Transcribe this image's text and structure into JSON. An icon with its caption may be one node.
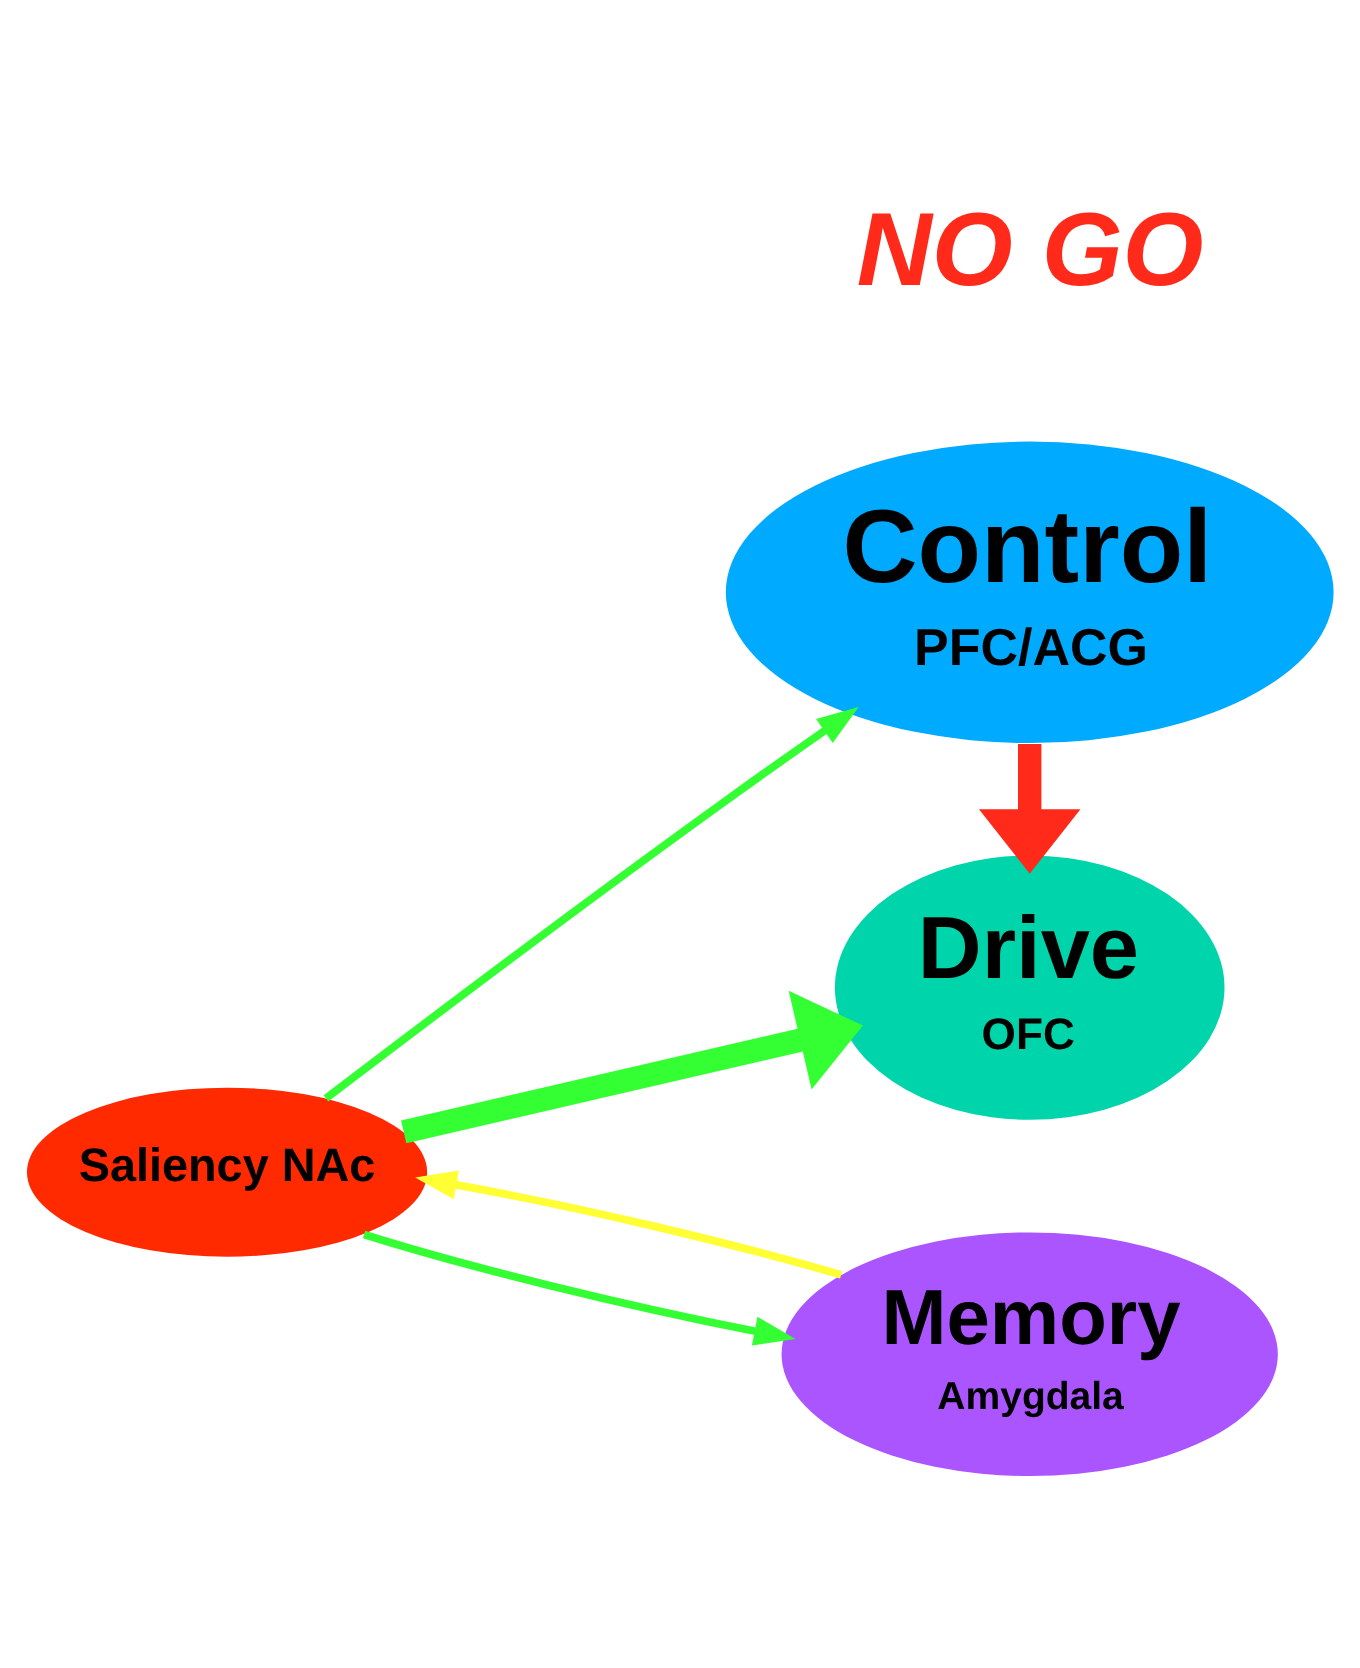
{
  "diagram": {
    "nodes": [
      {
        "text": [
          "Control",
          "PFC/ACG"
        ]
      },
      {
        "text": [
          "Saliency NAc"
        ]
      },
      {
        "text": [
          "Drive",
          "OFC"
        ]
      },
      {
        "text": [
          "Memory",
          "Amygdala"
        ]
      }
    ],
    "edges": [
      {
        "from": 1,
        "to": 0,
        "arrow": "to"
      },
      {
        "from": 1,
        "to": 2,
        "arrow": "to",
        "style": "thick"
      },
      {
        "from": 0,
        "to": 2,
        "arrow": "to",
        "style": "thick",
        "color": "#ff2a1a"
      },
      {
        "from": 1,
        "to": 3,
        "arrow": "to"
      },
      {
        "from": 3,
        "to": 1,
        "arrow": "to",
        "color": "#ffff33"
      }
    ],
    "labels": [
      "NO GO"
    ]
  }
}
